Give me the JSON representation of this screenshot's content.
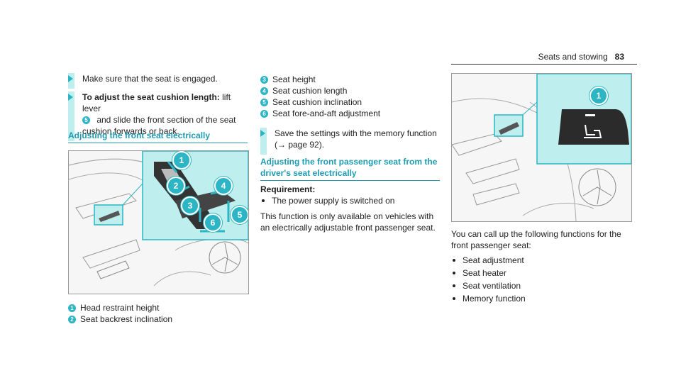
{
  "header": {
    "section": "Seats and stowing",
    "page_number": "83"
  },
  "col1": {
    "steps": [
      {
        "text": "Make sure that the seat is engaged."
      },
      {
        "bold": "To adjust the seat cushion length:",
        "text": " lift lever",
        "num": "5",
        "text2": " and slide the front section of the seat cushion forwards or back."
      }
    ],
    "heading": "Adjusting the front seat electrically",
    "legend": [
      {
        "num": "1",
        "text": "Head restraint height"
      },
      {
        "num": "2",
        "text": "Seat backrest inclination"
      }
    ],
    "figure_callouts": [
      "1",
      "2",
      "3",
      "4",
      "5",
      "6"
    ]
  },
  "col2": {
    "legend": [
      {
        "num": "3",
        "text": "Seat height"
      },
      {
        "num": "4",
        "text": "Seat cushion length"
      },
      {
        "num": "5",
        "text": "Seat cushion inclination"
      },
      {
        "num": "6",
        "text": "Seat fore-and-aft adjustment"
      }
    ],
    "save_step": "Save the settings with the memory function",
    "save_ref": "(→ page 92).",
    "heading": "Adjusting the front passenger seat from the driver's seat electrically",
    "requirement_label": "Requirement:",
    "requirement_item": "The power supply is switched on",
    "paragraph": "This function is only available on vehicles with an electrically adjustable front passenger seat."
  },
  "col3": {
    "figure_callouts": [
      "1"
    ],
    "intro": "You can call up the following functions for the front passenger seat:",
    "items": [
      "Seat adjustment",
      "Seat heater",
      "Seat ventilation",
      "Memory function"
    ]
  },
  "colors": {
    "accent": "#2cb5c4",
    "highlight": "#bfeeee",
    "heading": "#1f9bb0"
  }
}
